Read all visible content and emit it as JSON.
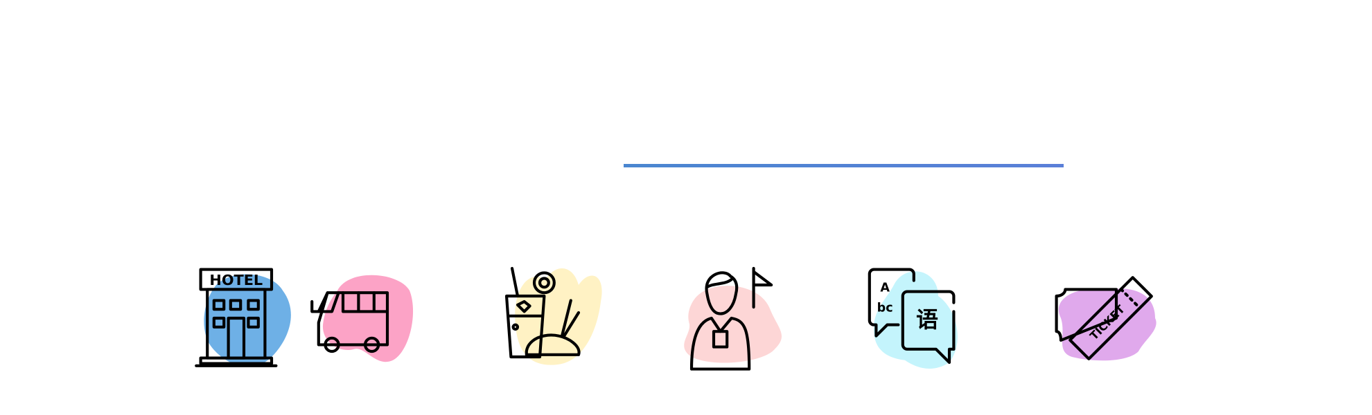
{
  "colors": {
    "divider": "#4a86d0",
    "hotel_blob": "#6eb0e6",
    "bus_blob": "#fca3c6",
    "food_blob": "#fff2c4",
    "guide_blob": "#fdd6d6",
    "language_blob": "#c4f4fc",
    "ticket_blob": "#e0a9ec"
  },
  "icons": [
    {
      "name": "hotel-icon",
      "text": "HOTEL"
    },
    {
      "name": "bus-icon"
    },
    {
      "name": "food-drink-icon"
    },
    {
      "name": "tour-guide-icon"
    },
    {
      "name": "language-icon",
      "text_latin_upper": "A",
      "text_latin_lower": "bc",
      "text_chinese": "语"
    },
    {
      "name": "ticket-icon",
      "text": "TICKET"
    }
  ]
}
